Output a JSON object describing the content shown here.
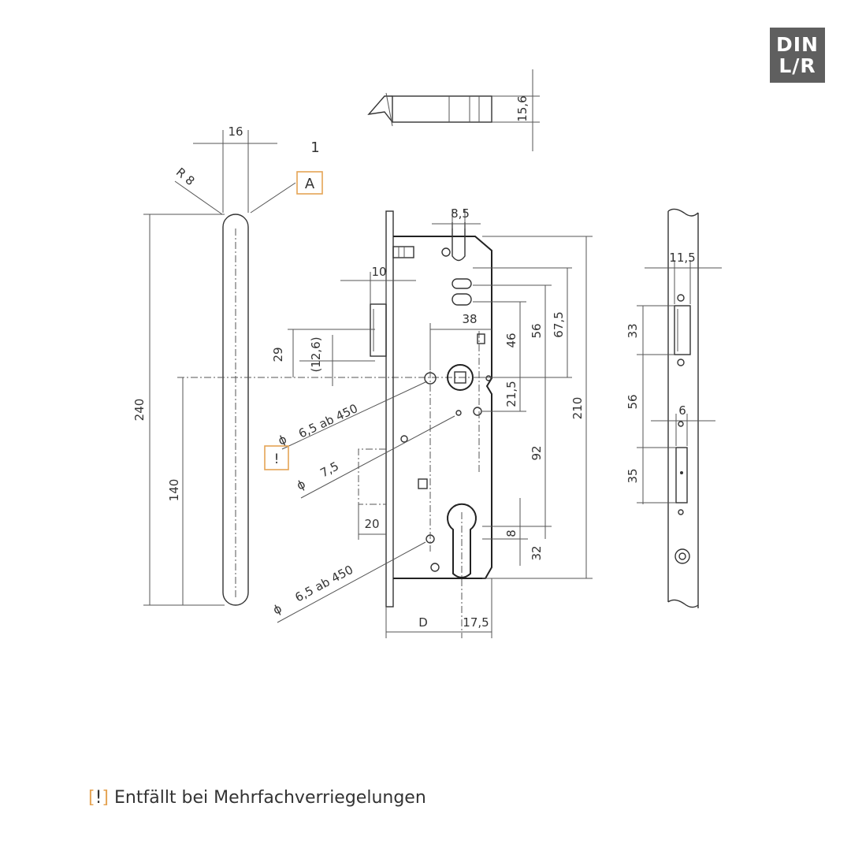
{
  "badge": {
    "line1": "DIN",
    "line2": "L/R"
  },
  "colors": {
    "accent": "#e5a455",
    "line": "#333333",
    "badge_bg": "#5f5f5f"
  },
  "labels": {
    "view_number": "1",
    "callout_a": "A",
    "callout_excl": "!",
    "excl_mark_open": "[",
    "excl_mark": "!",
    "excl_mark_close": "]"
  },
  "dimensions": {
    "top_height": "15,6",
    "width_16": "16",
    "radius": "R 8",
    "total_240": "240",
    "h_140": "140",
    "d_8_5": "8,5",
    "d_10": "10",
    "d_38": "38",
    "d_29": "29",
    "d_12_6": "(12,6)",
    "d_46": "46",
    "d_56": "56",
    "d_67_5": "67,5",
    "d_210": "210",
    "d_21_5": "21,5",
    "d_92": "92",
    "d_8": "8",
    "d_32": "32",
    "d_20": "20",
    "d_D": "D",
    "d_17_5": "17,5",
    "hole_1": "6,5 ab 450",
    "hole_2": "7,5",
    "hole_3": "6,5 ab 450",
    "dia_symbol": "ϕ",
    "s_11_5": "11,5",
    "s_33": "33",
    "s_56": "56",
    "s_6": "6",
    "s_35": "35"
  },
  "footnote": {
    "text": "Entfällt bei Mehrfachverriegelungen"
  }
}
